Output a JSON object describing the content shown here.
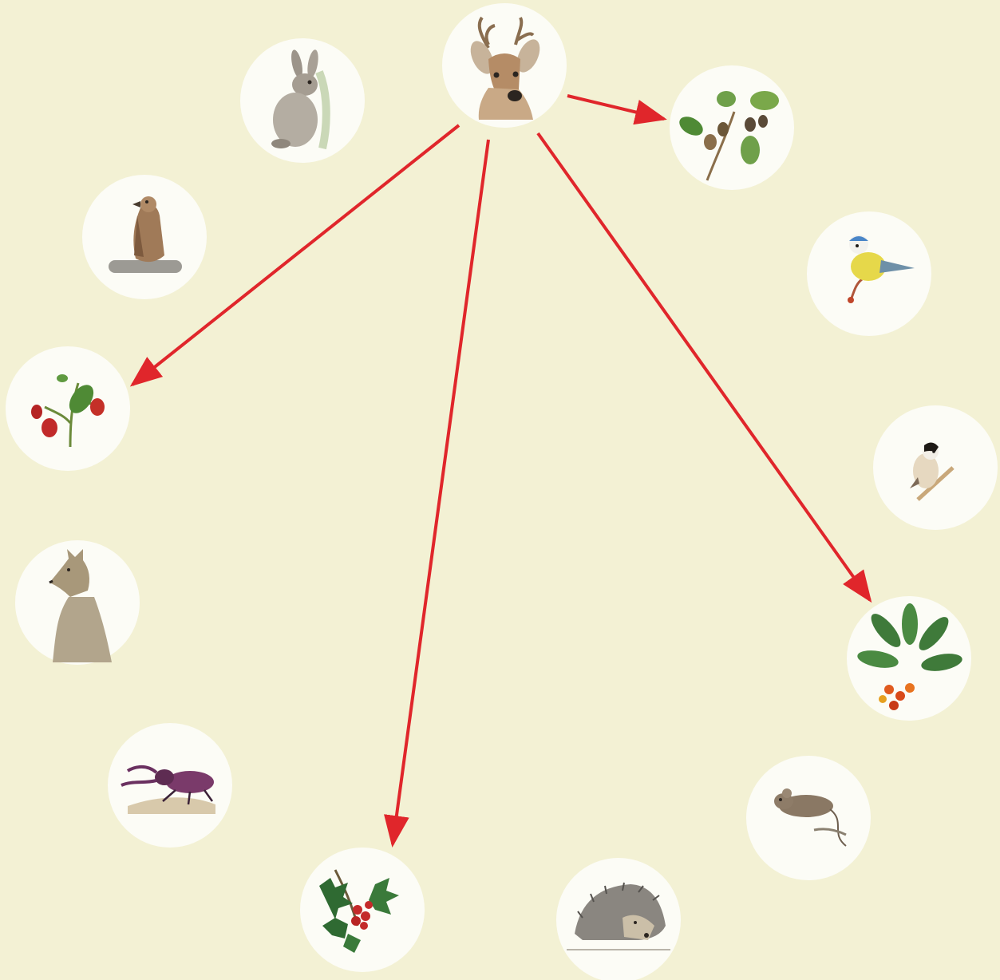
{
  "diagram": {
    "arrow_color": "#e0262b",
    "background_color": "#f3f1d4",
    "nodes": [
      {
        "id": "roe-deer",
        "icon": "roe-deer-icon"
      },
      {
        "id": "rabbit",
        "icon": "rabbit-icon"
      },
      {
        "id": "buzzard",
        "icon": "buzzard-icon"
      },
      {
        "id": "wild-strawberry",
        "icon": "wild-strawberry-icon"
      },
      {
        "id": "wolf",
        "icon": "wolf-icon"
      },
      {
        "id": "stag-beetle",
        "icon": "stag-beetle-icon"
      },
      {
        "id": "holly",
        "icon": "holly-icon"
      },
      {
        "id": "hedgehog",
        "icon": "hedgehog-icon"
      },
      {
        "id": "dormouse",
        "icon": "dormouse-icon"
      },
      {
        "id": "strawberry-tree",
        "icon": "strawberry-tree-icon"
      },
      {
        "id": "marsh-tit",
        "icon": "marsh-tit-icon"
      },
      {
        "id": "blue-tit",
        "icon": "blue-tit-icon"
      },
      {
        "id": "oak",
        "icon": "oak-icon"
      }
    ],
    "edges": [
      {
        "from": "roe-deer",
        "to": "oak"
      },
      {
        "from": "roe-deer",
        "to": "wild-strawberry"
      },
      {
        "from": "roe-deer",
        "to": "holly"
      },
      {
        "from": "roe-deer",
        "to": "strawberry-tree"
      }
    ]
  }
}
